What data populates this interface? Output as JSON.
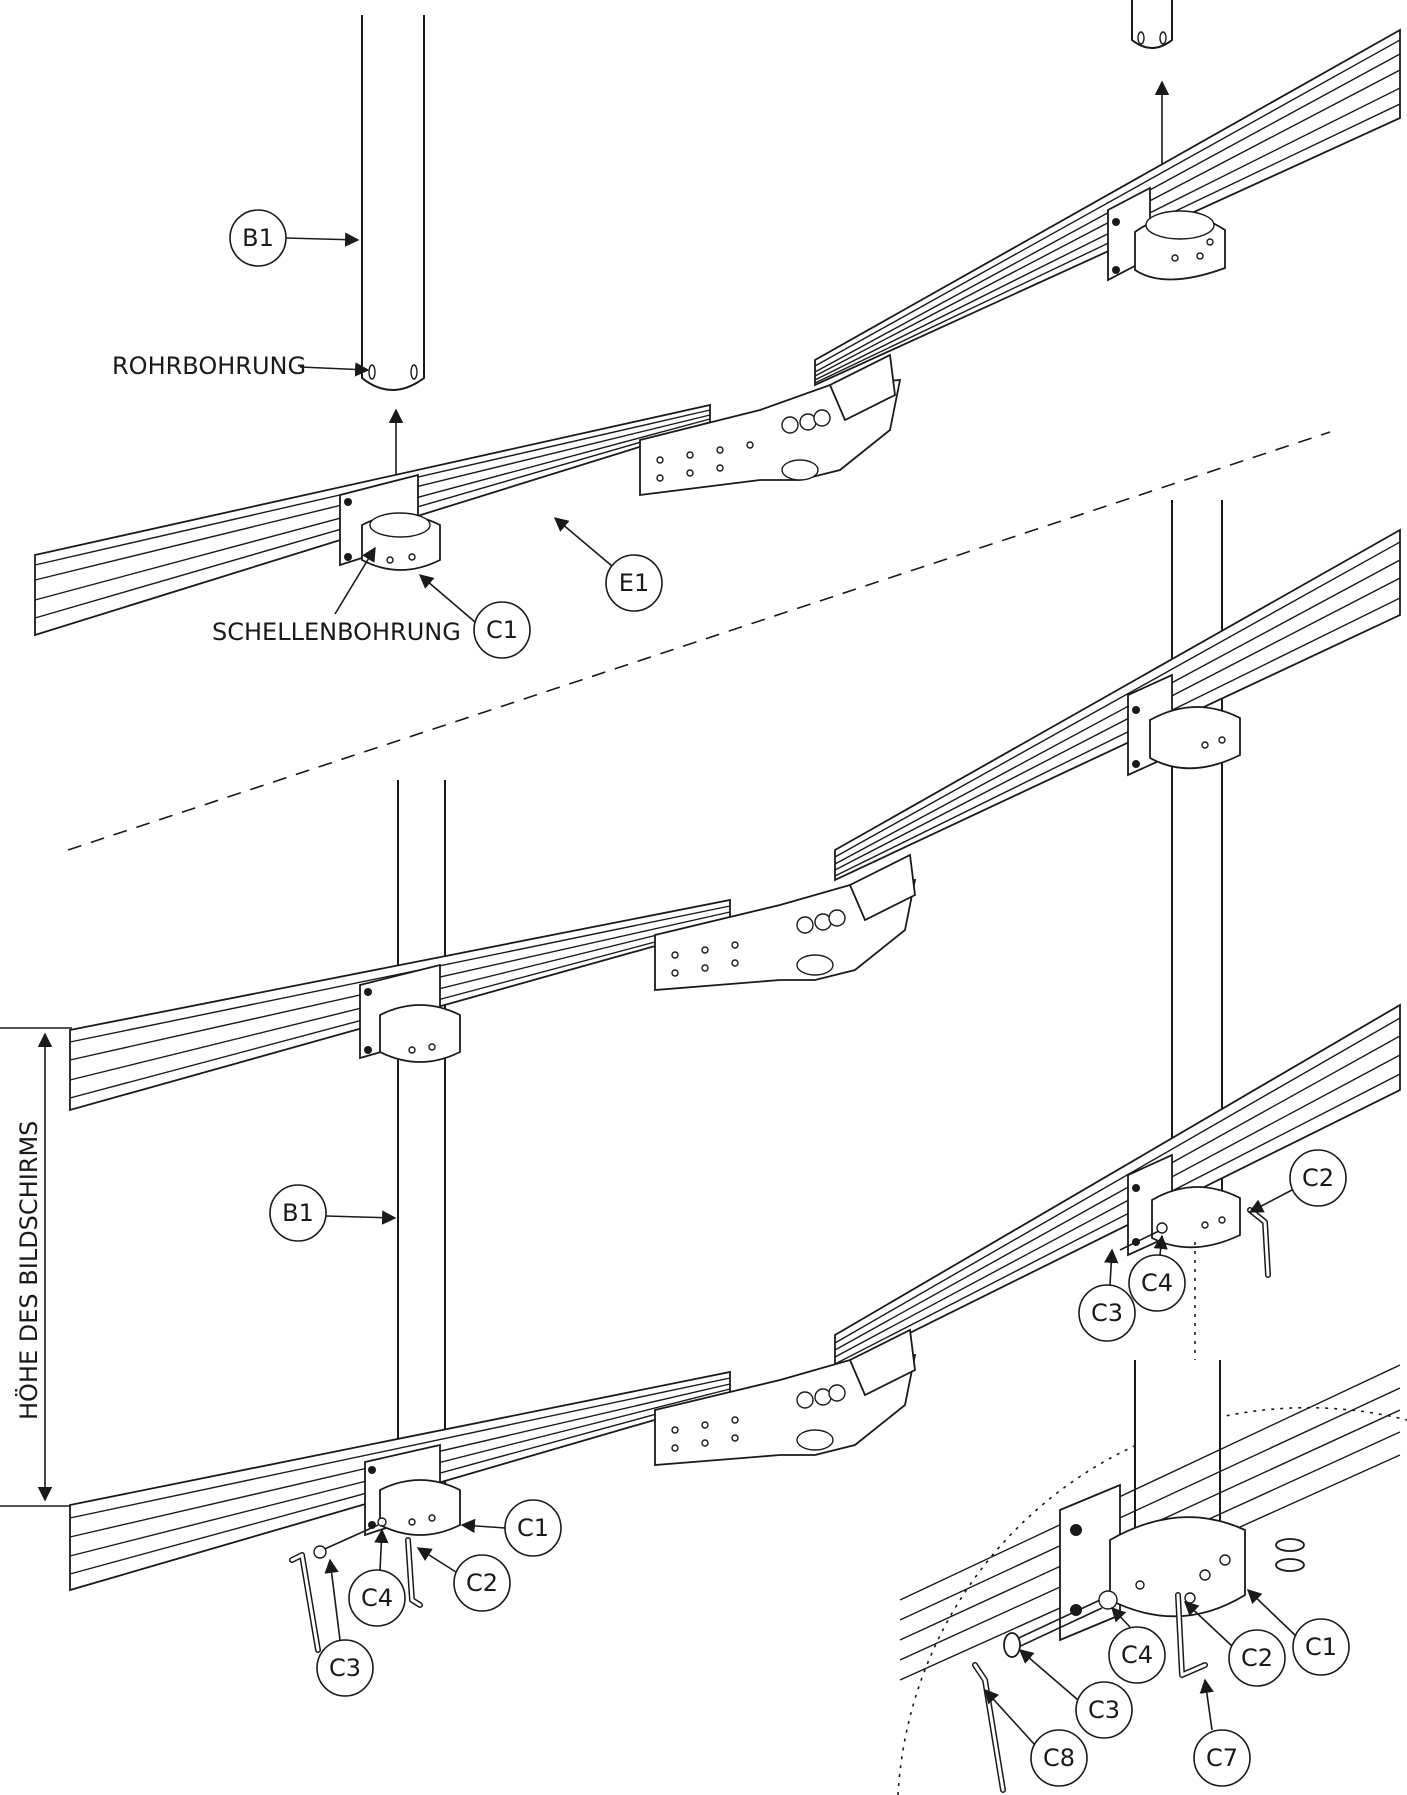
{
  "labels": {
    "rohrbohrung": "ROHRBOHRUNG",
    "schellenbohrung": "SCHELLENBOHRUNG",
    "hoehe": "HÖHE DES BILDSCHIRMS"
  },
  "callouts": {
    "b1_top": "B1",
    "b1_mid": "B1",
    "e1": "E1",
    "c1_top": "C1",
    "c1_low": "C1",
    "c1_detail": "C1",
    "c2_right": "C2",
    "c2_low": "C2",
    "c2_detail": "C2",
    "c3_right": "C3",
    "c3_low": "C3",
    "c3_detail": "C3",
    "c4_right": "C4",
    "c4_low": "C4",
    "c4_detail": "C4",
    "c7_detail": "C7",
    "c8_detail": "C8"
  }
}
